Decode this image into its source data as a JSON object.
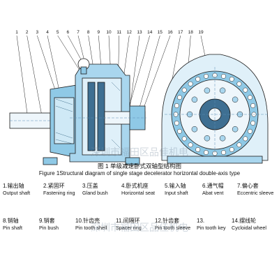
{
  "callouts": [
    "1",
    "2",
    "3",
    "4",
    "5",
    "6",
    "7",
    "8",
    "9",
    "10",
    "11",
    "12",
    "13",
    "14",
    "15",
    "16",
    "17",
    "18",
    "19"
  ],
  "caption": {
    "chinese": "图 1 单级减速卧式双轴型结构图",
    "english": "Figure 1Structural diagram of single stage decelerator horizontal double-axis type"
  },
  "legend": [
    {
      "no": "1.",
      "cn": "输出轴",
      "en": "Output shaft"
    },
    {
      "no": "2.",
      "cn": "紧固环",
      "en": "Fastening ring"
    },
    {
      "no": "3.",
      "cn": "压盖",
      "en": "Gland bush"
    },
    {
      "no": "4.",
      "cn": "卧式机座",
      "en": "Horizontal seat"
    },
    {
      "no": "5.",
      "cn": "输入轴",
      "en": "Input shaft"
    },
    {
      "no": "6.",
      "cn": "通气帽",
      "en": "Abat vent"
    },
    {
      "no": "7.",
      "cn": "偏心套",
      "en": "Eccentric sleeve"
    },
    {
      "no": "8.",
      "cn": "销轴",
      "en": "Pin shaft"
    },
    {
      "no": "9.",
      "cn": "销套",
      "en": "Pin bush"
    },
    {
      "no": "10.",
      "cn": "针齿壳",
      "en": "Pin tooth shell"
    },
    {
      "no": "11.",
      "cn": "间隔环",
      "en": "Spacer ring"
    },
    {
      "no": "12.",
      "cn": "针齿套",
      "en": "Pin tooth sleeve"
    },
    {
      "no": "13.",
      "cn": "",
      "en": "Pin tooth key"
    },
    {
      "no": "14.",
      "cn": "摆线轮",
      "en": "Cycloidal wheel"
    }
  ],
  "watermark": {
    "upper": "深圳市福田区品佳机电",
    "lower": "深圳市福田区品佳机电"
  }
}
